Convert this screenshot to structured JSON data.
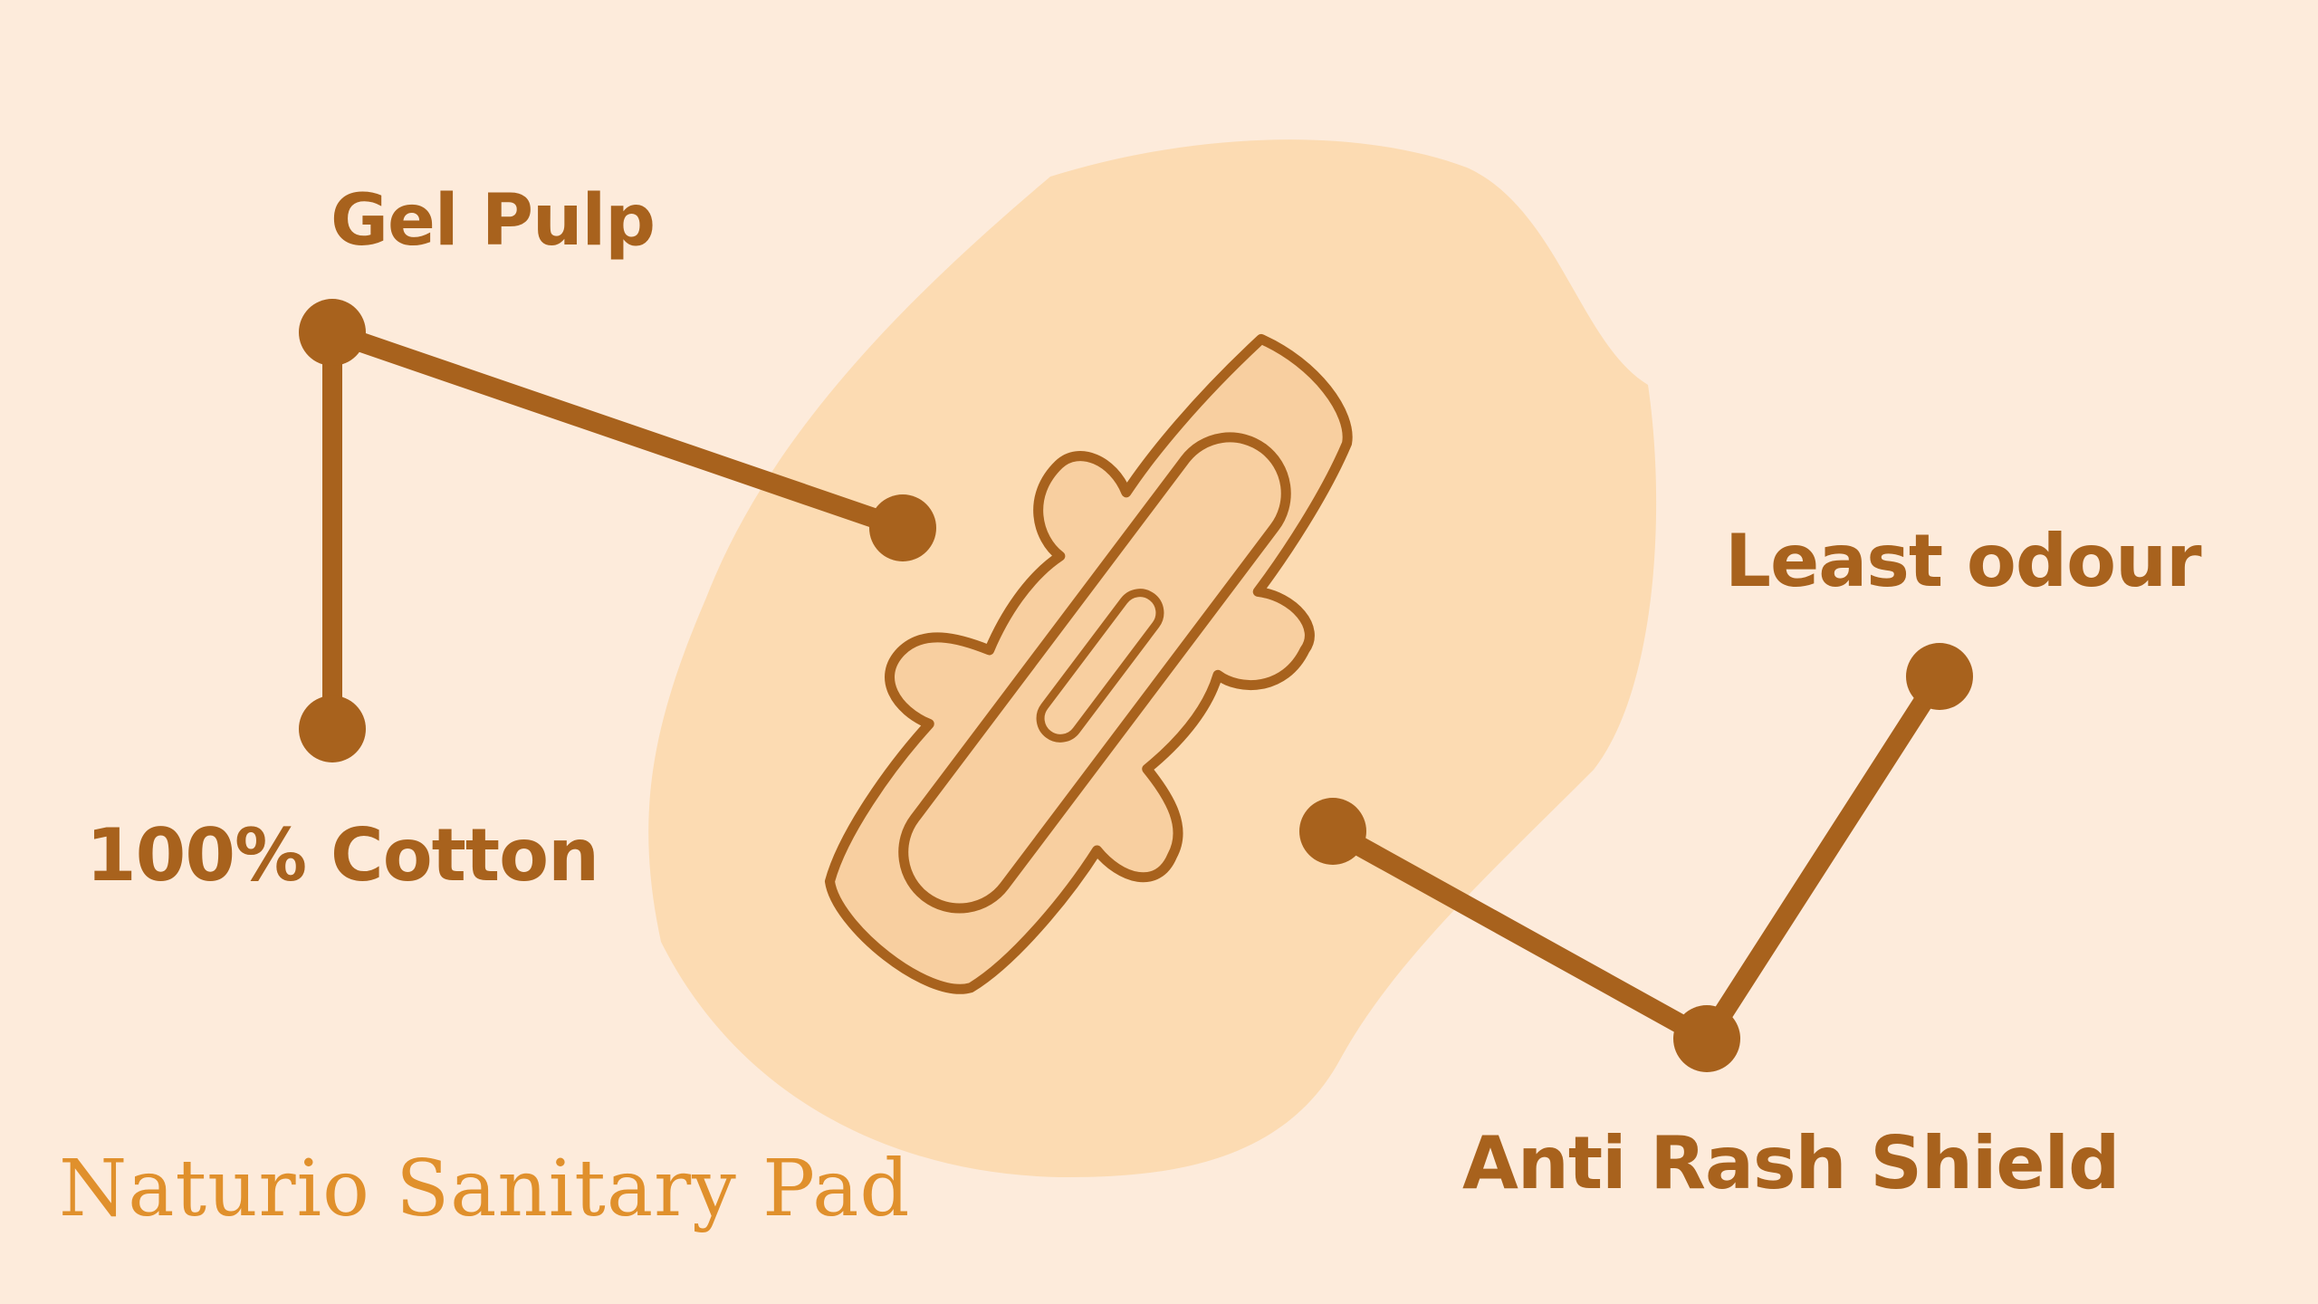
{
  "labels": {
    "gel_pulp": "Gel Pulp",
    "cotton": "100% Cotton",
    "least_odour": "Least odour",
    "anti_rash": "Anti Rash Shield"
  },
  "brand": {
    "name": "Naturio Sanitary Pad"
  },
  "colors": {
    "background": "#fdebdb",
    "blob": "#fcd8aa",
    "pad_fill": "#f8cfa0",
    "accent": "#a8621d",
    "brand_text": "#e0902c"
  }
}
